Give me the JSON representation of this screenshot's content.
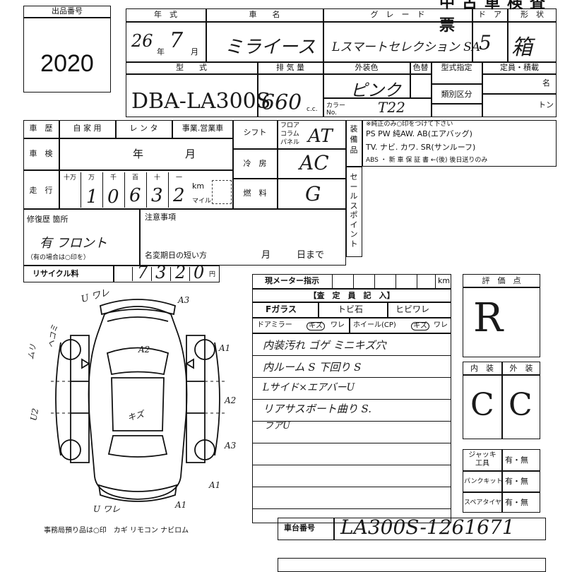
{
  "lot": {
    "label": "出品番号",
    "number": "2020"
  },
  "sheet_title": "中古車検査票",
  "year": {
    "label": "年　式",
    "era_value": "26",
    "era_unit": "年",
    "month_value": "7",
    "month_unit": "月"
  },
  "car_name": {
    "label": "車　　名",
    "value": "ミライース"
  },
  "grade": {
    "label": "グ　レ　ー　ド",
    "value": "Lスマートセレクション SA"
  },
  "doors": {
    "label": "ド　ア",
    "value": "5"
  },
  "body_type": {
    "label": "形　状",
    "value": "箱"
  },
  "model": {
    "label": "型　　式",
    "value": "DBA-LA300S"
  },
  "displacement": {
    "label": "排 気 量",
    "value": "660",
    "unit": "c.c."
  },
  "exterior_color": {
    "label": "外装色",
    "value": "ピンク"
  },
  "color_change": {
    "label": "色替"
  },
  "color_no": {
    "label": "カラー No.",
    "value": "T22"
  },
  "model_designation": {
    "label": "型式指定"
  },
  "category": {
    "label": "類別区分"
  },
  "capacity": {
    "label": "定員・積載",
    "persons_unit": "名",
    "tons_unit": "トン"
  },
  "history": {
    "label": "車　歴",
    "options": [
      "自 家 用",
      "レ ン タ",
      "事業.営業車"
    ]
  },
  "inspection": {
    "label": "車　検",
    "year_unit": "年",
    "month_unit": "月"
  },
  "mileage": {
    "label": "走　行",
    "digit_labels": [
      "十万",
      "万",
      "千",
      "百",
      "十",
      "一"
    ],
    "digits": [
      "",
      "1",
      "0",
      "6",
      "3",
      "2"
    ],
    "km_unit": "km",
    "mile_unit": "マイル"
  },
  "shift": {
    "label": "シフト",
    "options": [
      "フロア",
      "コラム",
      "パネル"
    ],
    "value": "AT"
  },
  "ac": {
    "label": "冷　房",
    "value": "AC"
  },
  "fuel": {
    "label": "燃　料",
    "value": "G"
  },
  "equipment": {
    "label": "装 備 品",
    "note": "※純正のみ○印をつけて下さい",
    "line1": "PS  PW  純AW.  AB(エアバッグ)",
    "line2": "TV.  ナビ.  カワ.  SR(サンルーフ)",
    "line3": "ABS  ・  新 車 保 証 書 ←(後) 後日送りのみ"
  },
  "sale_point": {
    "label": "セールスポイント"
  },
  "repair": {
    "label": "修復歴 箇所",
    "value": "有 フロント",
    "note": "（有の場合は○印を）"
  },
  "notes": {
    "label": "注意事項",
    "name_change_label": "名変期日の短い方",
    "month_unit": "月",
    "day_unit": "日まで"
  },
  "recycle": {
    "label": "リサイクル料",
    "digits": [
      "7",
      "3",
      "2",
      "0"
    ],
    "unit": "円"
  },
  "meter": {
    "label": "現メーター指示",
    "unit": "km"
  },
  "inspector": {
    "label": "【査　定　員　記　入】"
  },
  "glass": {
    "label": "Fガラス",
    "chip": "トビ石",
    "crack": "ヒビワレ"
  },
  "mirror": {
    "label": "ドアミラー",
    "scratch": "キズ",
    "crack": "ワレ"
  },
  "wheel": {
    "label": "ホイール(CP)",
    "scratch": "キズ",
    "crack": "ワレ"
  },
  "inspector_notes": [
    "内装汚れ ゴゲ  ミニキズ穴",
    "内ルーム S   下回り S",
    "Lサイド×エアバーU",
    "リアサスボート曲り S.",
    "フアU"
  ],
  "evaluation": {
    "label": "評　価　点",
    "value": "R"
  },
  "interior": {
    "label": "内　装",
    "value": "C"
  },
  "exterior": {
    "label": "外　装",
    "value": "C"
  },
  "jack": {
    "label": "ジャッキ 工具",
    "value": "有・無"
  },
  "puncture_kit": {
    "label": "パンクキット",
    "value": "有・無"
  },
  "spare_tire": {
    "label": "スペアタイヤ",
    "value": "有・無"
  },
  "chassis": {
    "label": "車台番号",
    "value": "LA300S-1261671"
  },
  "diagram_marks": [
    "U ワレ",
    "A3",
    "A2",
    "A1",
    "A2",
    "A3",
    "A1",
    "U ワレ",
    "A1",
    "U2",
    "ヘコミ",
    "ムリ",
    "キズ"
  ],
  "office_note": "事務局預り品は○印　カギ リモコン ナビロム"
}
